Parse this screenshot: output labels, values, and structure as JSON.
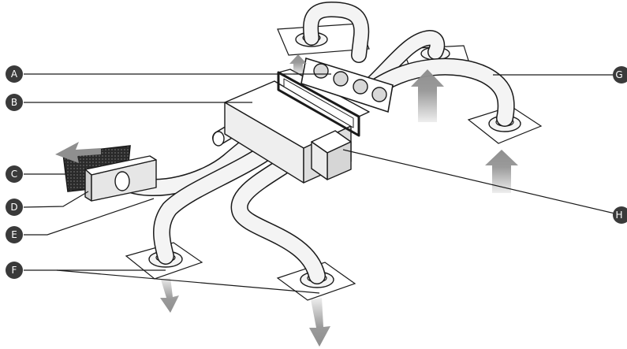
{
  "diagram": {
    "callouts": [
      {
        "id": "A",
        "label": "A"
      },
      {
        "id": "B",
        "label": "B"
      },
      {
        "id": "C",
        "label": "C"
      },
      {
        "id": "D",
        "label": "D"
      },
      {
        "id": "E",
        "label": "E"
      },
      {
        "id": "F",
        "label": "F"
      },
      {
        "id": "G",
        "label": "G"
      },
      {
        "id": "H",
        "label": "H"
      }
    ],
    "colors": {
      "callout_fill": "#3a3a3a",
      "leader_line": "#1a1a1a",
      "duct_stroke": "#1a1a1a",
      "duct_fill": "#f4f4f4",
      "arrow_fill": "#8f8f8f",
      "grille_fill": "#2a2a2a",
      "background": "#ffffff"
    }
  }
}
